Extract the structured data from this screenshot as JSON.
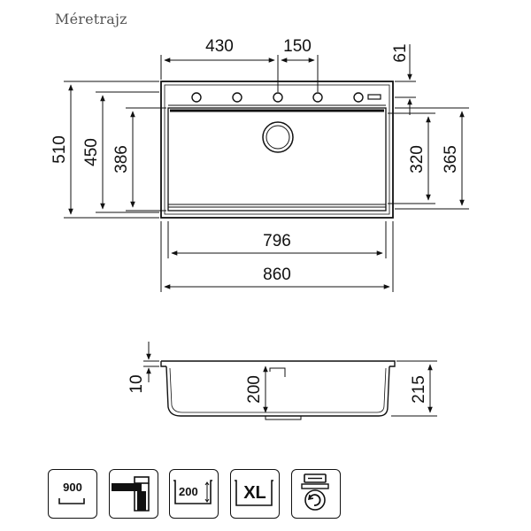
{
  "title": "Méretrajz",
  "top_view": {
    "dims": {
      "d430": "430",
      "d150": "150",
      "d61": "61",
      "d510": "510",
      "d450": "450",
      "d386": "386",
      "d320": "320",
      "d365": "365",
      "d796": "796",
      "d860": "860"
    }
  },
  "side_view": {
    "dims": {
      "d10": "10",
      "d200": "200",
      "d215": "215"
    }
  },
  "icons": [
    {
      "name": "cabinet-size-icon",
      "label": "900"
    },
    {
      "name": "inset-mount-icon",
      "label": ""
    },
    {
      "name": "bowl-depth-icon",
      "label": "200"
    },
    {
      "name": "xl-size-icon",
      "label": "XL"
    },
    {
      "name": "waste-basket-icon",
      "label": ""
    }
  ]
}
